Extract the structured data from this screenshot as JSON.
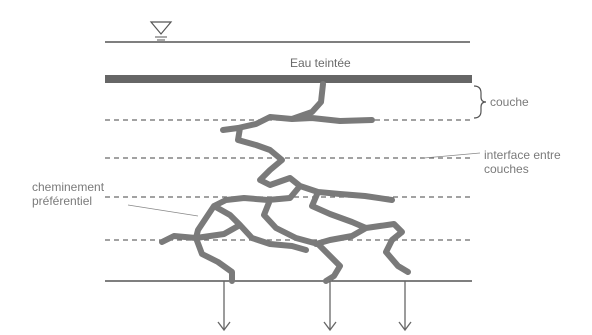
{
  "labels": {
    "water": "Eau teintée",
    "layer": "couche",
    "interface_line1": "interface entre",
    "interface_line2": "couches",
    "path_line1": "cheminement",
    "path_line2": "préférentiel"
  },
  "colors": {
    "line": "#555555",
    "dashed": "#6a6a6a",
    "bar": "#666666",
    "flow": "#7a7a7a",
    "text": "#7a7a7a"
  },
  "icons": {
    "water_level": "water-level-triangle-icon",
    "brace": "brace-icon",
    "arrow": "arrow-down-icon"
  }
}
